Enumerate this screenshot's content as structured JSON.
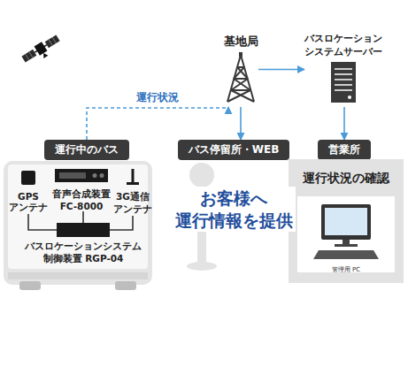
{
  "diagram": {
    "nodes": [
      {
        "text": [
          "基地局"
        ]
      },
      {
        "text": [
          "バスロケーション システムサーバー"
        ]
      },
      {
        "text": [
          "運行中のバス"
        ]
      },
      {
        "text": [
          "バス停留所・WEB"
        ]
      },
      {
        "text": [
          "営業所"
        ]
      },
      {
        "text": [
          "GPS アンテナ"
        ]
      },
      {
        "text": [
          "音声合成装置 FC-8000"
        ]
      },
      {
        "text": [
          "3G通信 アンテナ"
        ]
      },
      {
        "text": [
          "バスロケーションシステム 制御装置 RGP-04"
        ]
      },
      {
        "text": [
          "運行状況の確認"
        ]
      },
      {
        "text": [
          "管理用 PC"
        ],
        "in": 9
      }
    ],
    "edges": [
      {
        "from": 2,
        "to": 0,
        "arrow": "to",
        "label": "運行状況"
      },
      {
        "from": 0,
        "to": 1,
        "arrow": "to"
      },
      {
        "from": 0,
        "to": 3,
        "arrow": "to"
      },
      {
        "from": 1,
        "to": 4,
        "arrow": "to"
      },
      {
        "from": 5,
        "to": 8,
        "arrow": "none"
      },
      {
        "from": 6,
        "to": 8,
        "arrow": "none"
      },
      {
        "from": 7,
        "to": 8,
        "arrow": "none"
      }
    ],
    "labels": [
      "お客様へ 運行情報を提供"
    ]
  }
}
